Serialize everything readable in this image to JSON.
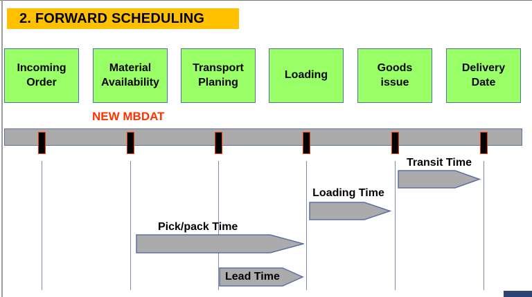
{
  "header": {
    "title": "2. FORWARD SCHEDULING"
  },
  "timeline": {
    "annotation": "NEW MBDAT",
    "milestones": [
      {
        "lines": [
          "Incoming",
          "Order"
        ]
      },
      {
        "lines": [
          "Material",
          "Availability"
        ]
      },
      {
        "lines": [
          "Transport",
          "Planing"
        ]
      },
      {
        "lines": [
          "Loading"
        ]
      },
      {
        "lines": [
          "Goods",
          "issue"
        ]
      },
      {
        "lines": [
          "Delivery",
          "Date"
        ]
      }
    ],
    "durations": [
      {
        "label": "Transit Time"
      },
      {
        "label": "Loading Time"
      },
      {
        "label": "Pick/pack Time"
      },
      {
        "label": "Lead Time"
      }
    ]
  },
  "colors": {
    "title_bg": "#FFC000",
    "box_green": "#99FF66",
    "border_blue": "#5B6FA5",
    "bar_gray": "#ABABAB",
    "accent_red": "#FF3300",
    "line_blue": "#8089B8",
    "navy": "#2D4373"
  }
}
